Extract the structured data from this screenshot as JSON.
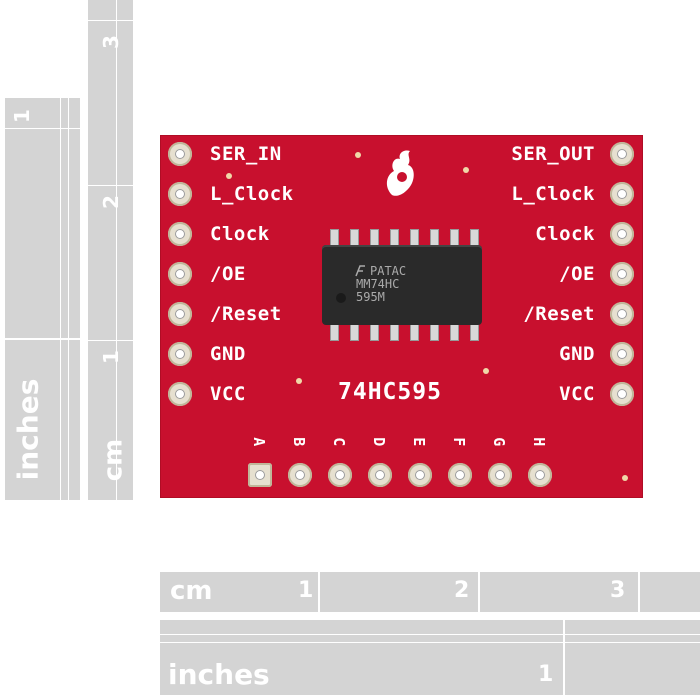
{
  "left_rulers": {
    "inches_label": "inches",
    "inches_mark": "1",
    "cm_label": "cm",
    "cm_marks": [
      "1",
      "2",
      "3"
    ]
  },
  "bottom_rulers": {
    "cm_label": "cm",
    "cm_marks": [
      "1",
      "2",
      "3"
    ],
    "inches_label": "inches",
    "inches_mark": "1"
  },
  "board": {
    "left_labels": [
      "SER_IN",
      "L_Clock",
      "Clock",
      "/OE",
      "/Reset",
      "GND",
      "VCC"
    ],
    "right_labels": [
      "SER_OUT",
      "L_Clock",
      "Clock",
      "/OE",
      "/Reset",
      "GND",
      "VCC"
    ],
    "bottom_labels": [
      "A",
      "B",
      "C",
      "D",
      "E",
      "F",
      "G",
      "H"
    ],
    "part_name": "74HC595",
    "chip_lines": [
      "PATAC",
      "MM74HC",
      "595M"
    ],
    "colors": {
      "pcb": "#c8102e",
      "silkscreen": "#ffffff",
      "chip": "#2a2a2a"
    }
  }
}
